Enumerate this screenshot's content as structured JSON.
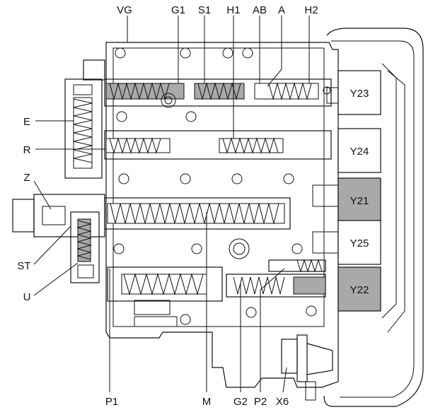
{
  "labels": {
    "top": [
      "VG",
      "G1",
      "S1",
      "H1",
      "AB",
      "A",
      "H2"
    ],
    "left": [
      "E",
      "R",
      "Z",
      "ST",
      "U"
    ],
    "bottom": [
      "P1",
      "M",
      "G2",
      "P2",
      "X6"
    ]
  },
  "solenoids": [
    "Y23",
    "Y24",
    "Y21",
    "Y25",
    "Y22"
  ],
  "colors": {
    "ink": "#111111",
    "shaded": "#a9a9a9",
    "background": "#ffffff"
  }
}
